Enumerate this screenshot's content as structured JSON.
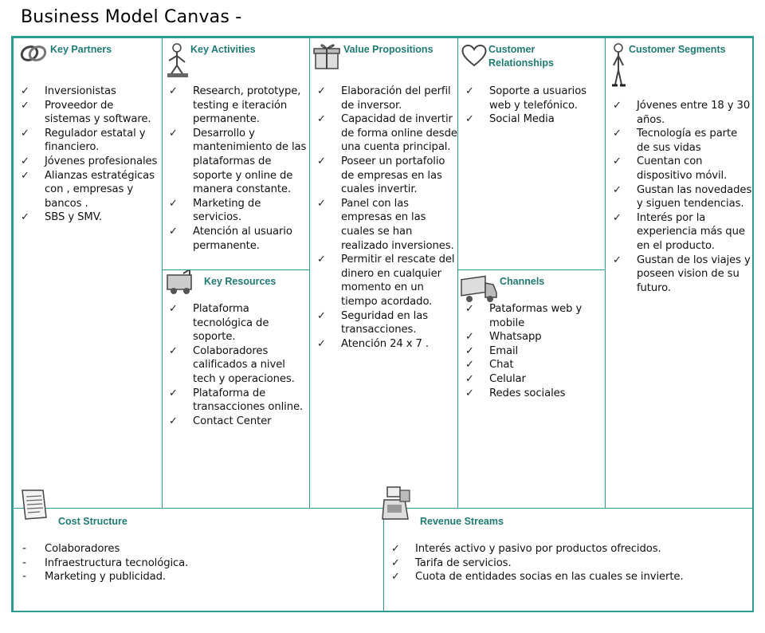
{
  "title": "Business Model Canvas -",
  "colors": {
    "border": "#2a9d8f",
    "heading": "#1f7a73"
  },
  "key_partners": {
    "label": "Key Partners",
    "icon": "chain-links-icon",
    "items": [
      "Inversionistas",
      "Proveedor de sistemas y software.",
      "Regulador estatal y financiero.",
      "Jóvenes profesionales",
      "Alianzas estratégicas con , empresas y bancos .",
      "SBS y  SMV."
    ]
  },
  "key_activities": {
    "label": "Key Activities",
    "icon": "worker-icon",
    "items": [
      "Research, prototype, testing e iteración permanente.",
      "Desarrollo y mantenimiento de las plataformas de soporte y online de manera constante.",
      "Marketing de servicios.",
      "Atención al usuario permanente."
    ]
  },
  "key_resources": {
    "label": "Key Resources",
    "icon": "forklift-worker-icon",
    "items": [
      "Plataforma tecnológica de soporte.",
      "Colaboradores calificados a nivel tech y operaciones.",
      "Plataforma de transacciones online.",
      "Contact Center"
    ]
  },
  "value_propositions": {
    "label": "Value Propositions",
    "icon": "gift-icon",
    "items": [
      "Elaboración del perfil de inversor.",
      "Capacidad de invertir de forma online desde una cuenta principal.",
      "Poseer un portafolio de empresas en las cuales invertir.",
      "Panel con las empresas en las cuales se han realizado inversiones.",
      "Permitir el rescate del dinero en cualquier momento en un tiempo acordado.",
      "Seguridad en las transacciones.",
      "Atención 24 x 7 ."
    ]
  },
  "customer_relationships": {
    "label": "Customer Relationships",
    "icon": "heart-icon",
    "items": [
      "Soporte a usuarios web y telefónico.",
      "Social Media"
    ]
  },
  "channels": {
    "label": "Channels",
    "icon": "truck-icon",
    "items": [
      "Pataformas web y mobile",
      "Whatsapp",
      "Email",
      "Chat",
      "Celular",
      "Redes sociales"
    ]
  },
  "customer_segments": {
    "label": "Customer Segments",
    "icon": "person-icon",
    "items": [
      "Jóvenes entre 18 y 30 años.",
      "Tecnología es parte de sus vidas",
      "Cuentan con dispositivo móvil.",
      "Gustan las novedades y siguen tendencias.",
      "Interés por la experiencia más que en el producto.",
      "Gustan de los viajes y poseen vision de su futuro."
    ]
  },
  "cost_structure": {
    "label": "Cost Structure",
    "icon": "invoice-icon",
    "items": [
      "Colaboradores",
      "Infraestructura tecnológica.",
      "Marketing y publicidad."
    ]
  },
  "revenue_streams": {
    "label": "Revenue Streams",
    "icon": "cash-register-icon",
    "items": [
      "Interés activo y pasivo por productos ofrecidos.",
      "Tarifa de servicios.",
      "Cuota de entidades socias en las cuales se invierte."
    ]
  }
}
